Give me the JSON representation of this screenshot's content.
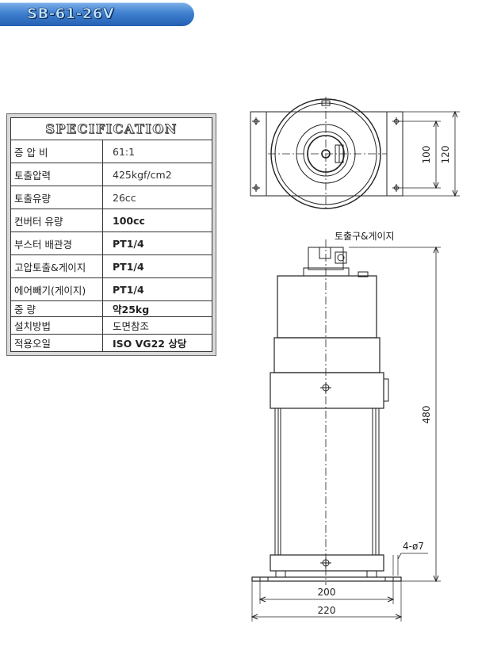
{
  "header": {
    "title": "SB-61-26V"
  },
  "spec": {
    "title": "SPECIFICATION",
    "rows": [
      {
        "label": "증 압 비",
        "value": "61:1"
      },
      {
        "label": "토출압력",
        "value": "425kgf/cm2"
      },
      {
        "label": "토출유량",
        "value": "26cc"
      },
      {
        "label": "컨버터 유량",
        "value": "100cc"
      },
      {
        "label": "부스터 배관경",
        "value": "PT1/4"
      },
      {
        "label": "고압토출&게이지",
        "value": "PT1/4"
      },
      {
        "label": "에어빼기(게이지)",
        "value": "PT1/4"
      },
      {
        "label": "중 량",
        "value": "약25kg"
      },
      {
        "label": "설치방법",
        "value": "도면참조"
      },
      {
        "label": "적용오일",
        "value": "ISO VG22 상당"
      }
    ]
  },
  "drawing": {
    "outlet_label": "토출구&게이지",
    "dim_100": "100",
    "dim_120": "120",
    "dim_480": "480",
    "dim_holes": "4-ø7",
    "dim_200": "200",
    "dim_220": "220"
  }
}
